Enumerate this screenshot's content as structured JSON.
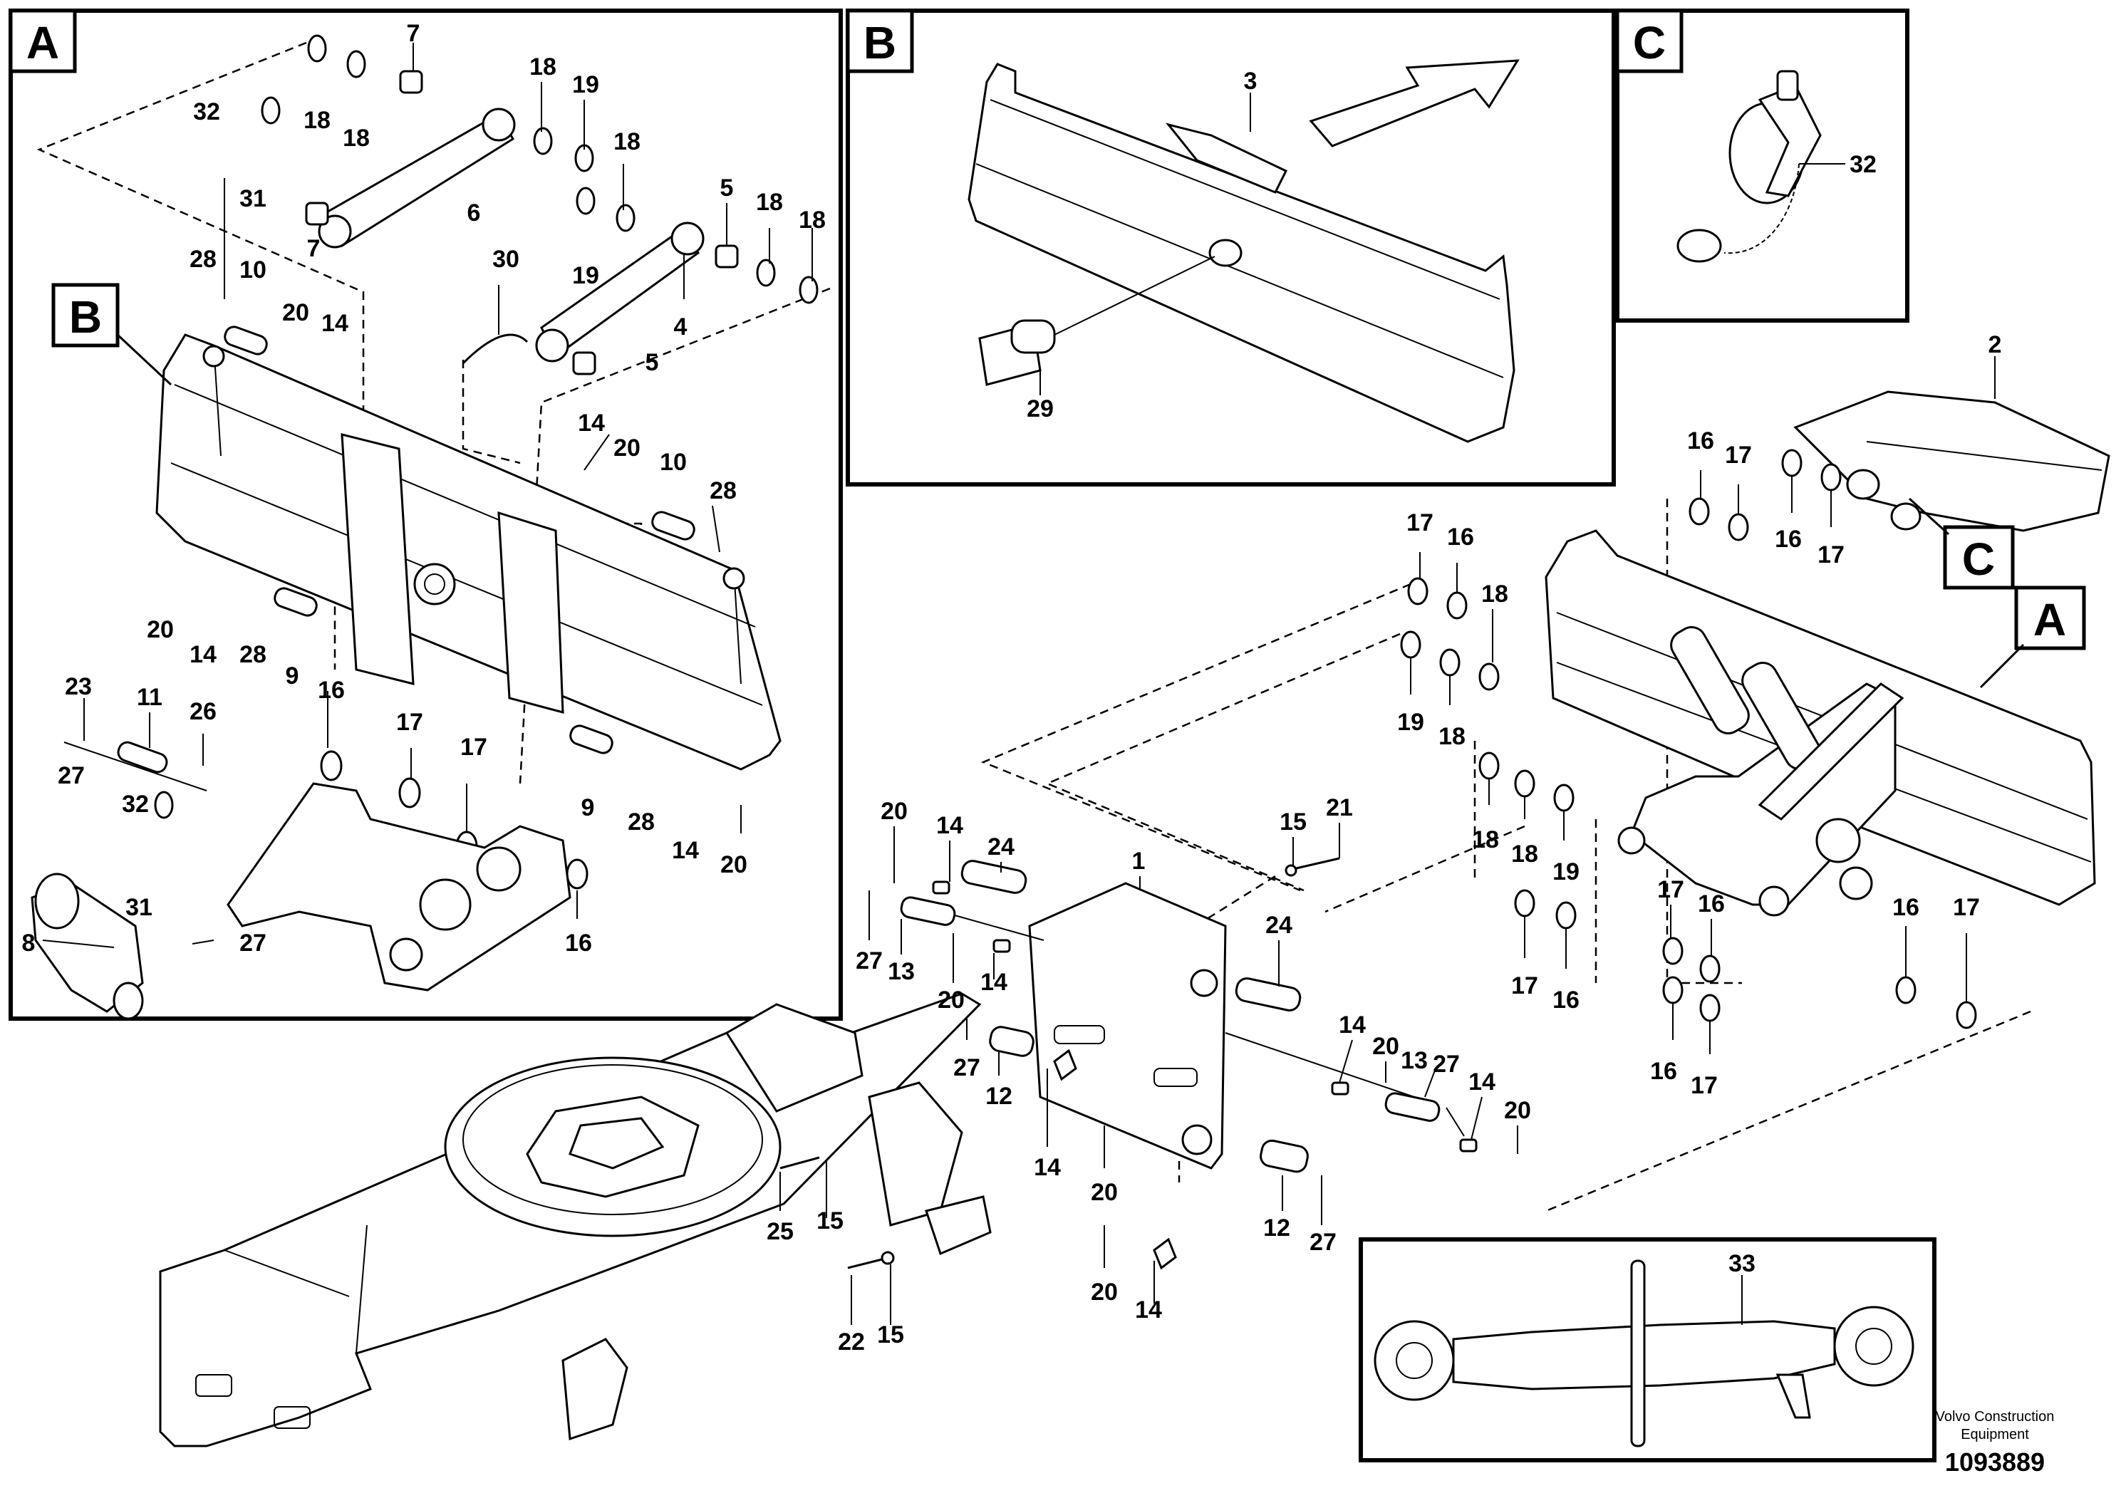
{
  "views": {
    "a": {
      "letter": "A"
    },
    "b": {
      "letter": "B"
    },
    "c": {
      "letter": "C"
    }
  },
  "main_tags": {
    "a": "A",
    "b": "B",
    "c": "C"
  },
  "credit": {
    "line1": "Volvo Construction",
    "line2": "Equipment"
  },
  "doc_number": "1093889",
  "callouts": {
    "a": [
      "7",
      "18",
      "18",
      "32",
      "31",
      "7",
      "6",
      "18",
      "19",
      "18",
      "19",
      "5",
      "18",
      "18",
      "4",
      "5",
      "28",
      "10",
      "20",
      "14",
      "30",
      "14",
      "20",
      "10",
      "28",
      "20",
      "14",
      "28",
      "9",
      "16",
      "17",
      "17",
      "9",
      "28",
      "14",
      "20",
      "23",
      "11",
      "26",
      "27",
      "32",
      "31",
      "8",
      "27",
      "16"
    ],
    "b": [
      "3",
      "29"
    ],
    "c": [
      "32"
    ],
    "main": [
      "2",
      "16",
      "17",
      "16",
      "17",
      "17",
      "16",
      "18",
      "19",
      "18",
      "18",
      "18",
      "19",
      "17",
      "16",
      "17",
      "16",
      "16",
      "17",
      "16",
      "17",
      "20",
      "14",
      "24",
      "15",
      "21",
      "1",
      "27",
      "13",
      "20",
      "14",
      "24",
      "14",
      "20",
      "13",
      "27",
      "14",
      "20",
      "27",
      "12",
      "25",
      "15",
      "14",
      "20",
      "12",
      "27",
      "20",
      "14",
      "22",
      "15",
      "33"
    ]
  }
}
